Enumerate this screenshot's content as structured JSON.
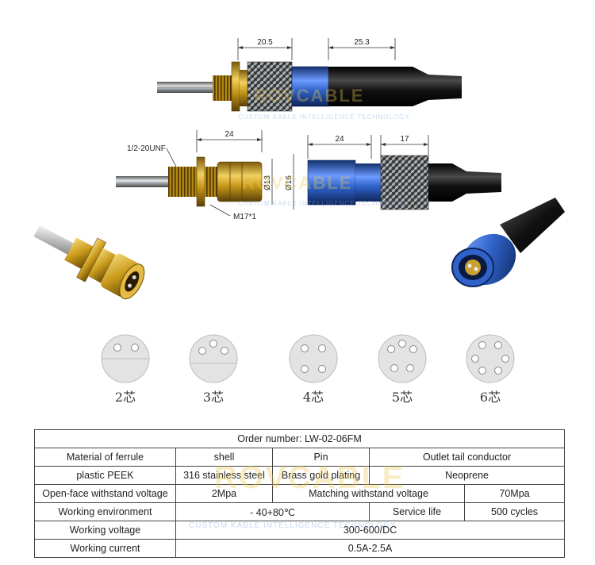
{
  "drawing": {
    "dims": {
      "top_left": "20.5",
      "top_right": "25.3",
      "mid_left": "24",
      "mid_center": "24",
      "mid_right": "17",
      "thread": "1/2-20UNF",
      "nut": "M17*1",
      "dia_small": "Ø13",
      "dia_large": "Ø16"
    },
    "watermark": {
      "brand": "ROVCABLE",
      "tagline": "CUSTOM KABLE INTELLIGENCE TECHNOLOGY"
    }
  },
  "pin_options": [
    {
      "label": "2芯",
      "pins": 2
    },
    {
      "label": "3芯",
      "pins": 3
    },
    {
      "label": "4芯",
      "pins": 4
    },
    {
      "label": "5芯",
      "pins": 5
    },
    {
      "label": "6芯",
      "pins": 6
    }
  ],
  "spec_table": {
    "order_number": "Order number: LW-02-06FM",
    "rows": {
      "r1": {
        "c1": "Material of ferrule",
        "c2": "shell",
        "c3": "Pin",
        "c4": "Outlet tail conductor"
      },
      "r2": {
        "c1": "plastic PEEK",
        "c2": "316 stainless steel",
        "c3": "Brass gold plating",
        "c4": "Neoprene"
      },
      "r3": {
        "c1": "Open-face withstand voltage",
        "c2": "2Mpa",
        "c3": "Matching withstand voltage",
        "c4": "70Mpa"
      },
      "r4": {
        "c1": "Working environment",
        "c2": "- 40+80℃",
        "c3": "Service life",
        "c4": "500 cycles"
      },
      "r5": {
        "c1": "Working voltage",
        "c2": "300-600/DC"
      },
      "r6": {
        "c1": "Working current",
        "c2": "0.5A-2.5A"
      }
    }
  },
  "colors": {
    "gold": "#c99a1a",
    "blue": "#2f63c9",
    "black": "#111111",
    "steel": "#9aa0a6"
  }
}
